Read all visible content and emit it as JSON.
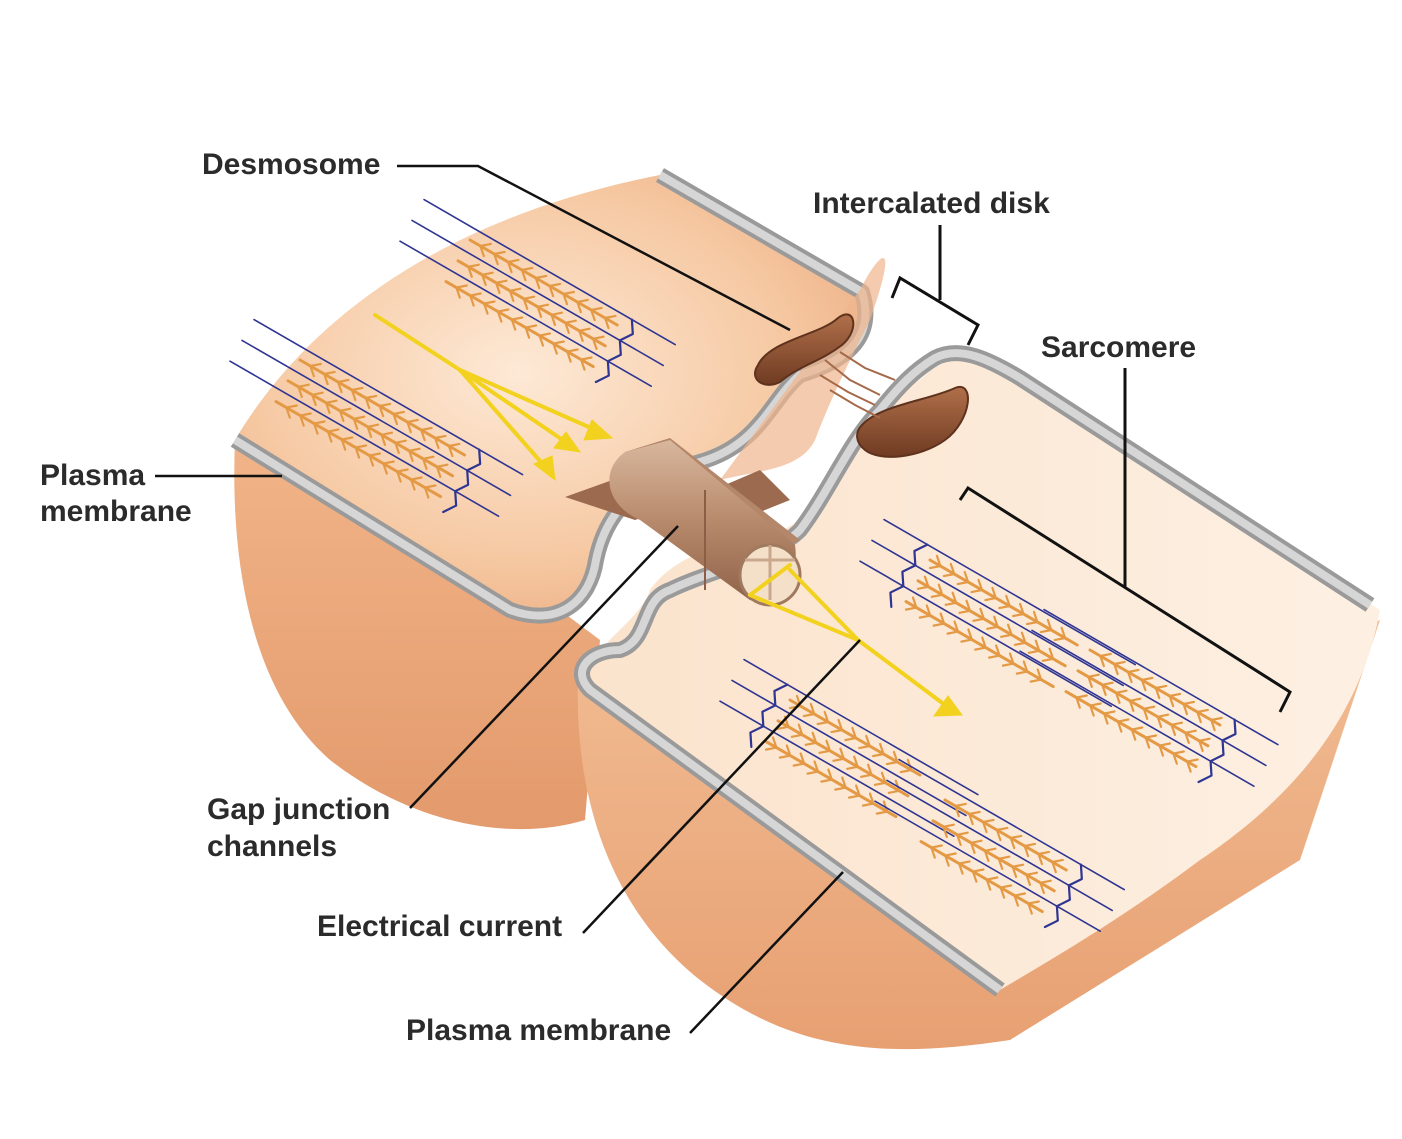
{
  "labels": {
    "desmosome": "Desmosome",
    "intercalated_disk": "Intercalated disk",
    "sarcomere": "Sarcomere",
    "plasma_membrane_left_line1": "Plasma",
    "plasma_membrane_left_line2": "membrane",
    "gap_junction_line1": "Gap junction",
    "gap_junction_line2": "channels",
    "electrical_current": "Electrical current",
    "plasma_membrane_bottom": "Plasma membrane"
  },
  "colors": {
    "cytoplasm_light": "#fbe3cd",
    "cytoplasm_dark": "#e8a57a",
    "membrane_gray": "#b9b9b9",
    "membrane_edge": "#6f6f6f",
    "myofilament_blue": "#2e3592",
    "myofilament_orange": "#e49a45",
    "current_yellow": "#f2d21e",
    "desmosome_brown": "#8a4e30",
    "gap_junction_tan": "#a3755a",
    "leader_line": "#111111"
  }
}
